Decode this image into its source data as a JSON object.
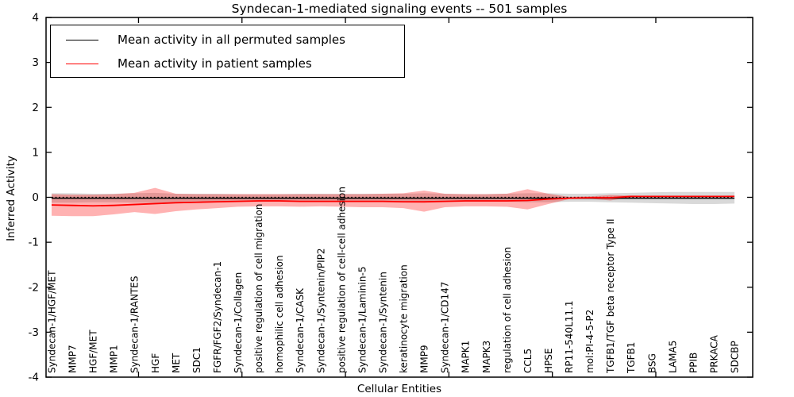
{
  "title": "Syndecan-1-mediated signaling events -- 501 samples",
  "legend": {
    "items": [
      {
        "label": "Mean activity in all permuted samples",
        "color": "#000000"
      },
      {
        "label": "Mean activity in patient samples",
        "color": "#ff0000"
      }
    ]
  },
  "colors": {
    "patient_line": "#ff0000",
    "permuted_line": "#000000",
    "patient_band": "#ff0000",
    "permuted_band": "#808080",
    "axis": "#000000"
  },
  "chart_data": {
    "type": "line",
    "title": "Syndecan-1-mediated signaling events -- 501 samples",
    "xlabel": "Cellular Entities",
    "ylabel": "Inferred Activity",
    "ylim": [
      -4,
      4
    ],
    "yticks": [
      -4,
      -3,
      -2,
      -1,
      0,
      1,
      2,
      3,
      4
    ],
    "grid": false,
    "legend_position": "upper left",
    "categories": [
      "Syndecan-1/HGF/MET",
      "MMP7",
      "HGF/MET",
      "MMP1",
      "Syndecan-1/RANTES",
      "HGF",
      "MET",
      "SDC1",
      "FGFR/FGF2/Syndecan-1",
      "Syndecan-1/Collagen",
      "positive regulation of cell migration",
      "homophilic cell adhesion",
      "Syndecan-1/CASK",
      "Syndecan-1/Syntenin/PIP2",
      "positive regulation of cell-cell adhesion",
      "Syndecan-1/Laminin-5",
      "Syndecan-1/Syntenin",
      "keratinocyte migration",
      "MMP9",
      "Syndecan-1/CD147",
      "MAPK1",
      "MAPK3",
      "regulation of cell adhesion",
      "CCL5",
      "HPSE",
      "RP11-540L11.1",
      "mol:PI-4-5-P2",
      "TGFB1/TGF beta receptor Type II",
      "TGFB1",
      "BSG",
      "LAMA5",
      "PPIB",
      "PRKACA",
      "SDCBP"
    ],
    "series": [
      {
        "name": "Mean activity in all permuted samples",
        "color": "#000000",
        "style": "solid",
        "values": [
          -0.02,
          -0.02,
          -0.02,
          -0.02,
          -0.02,
          -0.02,
          -0.02,
          -0.02,
          -0.02,
          -0.02,
          -0.02,
          -0.02,
          -0.02,
          -0.02,
          -0.02,
          -0.02,
          -0.02,
          -0.02,
          -0.02,
          -0.02,
          -0.02,
          -0.02,
          -0.02,
          -0.02,
          -0.02,
          -0.02,
          -0.02,
          -0.02,
          -0.02,
          -0.02,
          -0.02,
          -0.02,
          -0.02,
          -0.02
        ]
      },
      {
        "name": "Mean activity in patient samples",
        "color": "#ff0000",
        "style": "solid",
        "values": [
          -0.17,
          -0.18,
          -0.19,
          -0.18,
          -0.16,
          -0.14,
          -0.12,
          -0.11,
          -0.1,
          -0.09,
          -0.08,
          -0.08,
          -0.09,
          -0.09,
          -0.09,
          -0.09,
          -0.09,
          -0.1,
          -0.1,
          -0.09,
          -0.08,
          -0.08,
          -0.08,
          -0.07,
          -0.04,
          -0.02,
          -0.01,
          -0.01,
          0.02,
          0.02,
          0.02,
          0.02,
          0.02,
          0.02
        ]
      }
    ],
    "bands": [
      {
        "name": "permuted-sample-range",
        "color": "#808080",
        "opacity": 0.3,
        "upper": [
          0.09,
          0.09,
          0.08,
          0.08,
          0.09,
          0.1,
          0.08,
          0.08,
          0.08,
          0.07,
          0.07,
          0.07,
          0.08,
          0.08,
          0.08,
          0.08,
          0.08,
          0.08,
          0.09,
          0.08,
          0.07,
          0.07,
          0.08,
          0.09,
          0.09,
          0.08,
          0.08,
          0.09,
          0.1,
          0.11,
          0.12,
          0.12,
          0.12,
          0.12
        ],
        "lower": [
          -0.12,
          -0.12,
          -0.11,
          -0.11,
          -0.12,
          -0.12,
          -0.11,
          -0.1,
          -0.1,
          -0.1,
          -0.1,
          -0.1,
          -0.1,
          -0.1,
          -0.1,
          -0.1,
          -0.1,
          -0.11,
          -0.11,
          -0.1,
          -0.1,
          -0.1,
          -0.1,
          -0.11,
          -0.11,
          -0.1,
          -0.1,
          -0.11,
          -0.12,
          -0.13,
          -0.14,
          -0.15,
          -0.15,
          -0.14
        ]
      },
      {
        "name": "patient-sample-range",
        "color": "#ff0000",
        "opacity": 0.3,
        "upper": [
          0.07,
          0.06,
          0.06,
          0.07,
          0.1,
          0.21,
          0.08,
          0.07,
          0.07,
          0.07,
          0.07,
          0.07,
          0.07,
          0.07,
          0.07,
          0.07,
          0.08,
          0.09,
          0.15,
          0.08,
          0.07,
          0.07,
          0.08,
          0.18,
          0.08,
          0.01,
          0.02,
          0.05,
          0.04,
          0.03,
          0.03,
          0.03,
          0.03,
          0.04
        ],
        "lower": [
          -0.41,
          -0.42,
          -0.42,
          -0.38,
          -0.33,
          -0.37,
          -0.31,
          -0.27,
          -0.24,
          -0.21,
          -0.2,
          -0.2,
          -0.21,
          -0.2,
          -0.21,
          -0.22,
          -0.22,
          -0.24,
          -0.32,
          -0.22,
          -0.2,
          -0.2,
          -0.21,
          -0.27,
          -0.15,
          -0.04,
          -0.03,
          -0.07,
          0.0,
          0.01,
          0.01,
          0.01,
          0.01,
          0.01
        ]
      }
    ],
    "reference_line": {
      "y": 0,
      "style": "dotted",
      "color": "#000000"
    }
  }
}
